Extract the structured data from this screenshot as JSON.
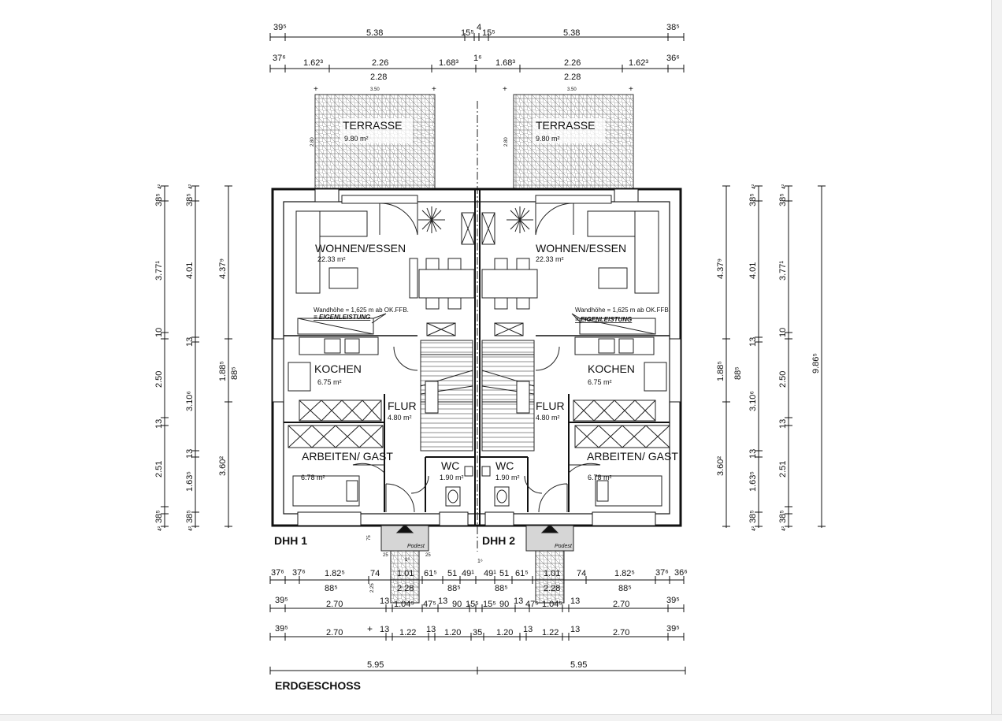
{
  "drawing": {
    "title": "ERDGESCHOSS",
    "units": [
      "DHH 1",
      "DHH 2"
    ],
    "rooms": {
      "terrasse": {
        "name": "TERRASSE",
        "area": "9.80 m²"
      },
      "wohnen": {
        "name": "WOHNEN/ESSEN",
        "area": "22.33 m²"
      },
      "kochen": {
        "name": "KOCHEN",
        "area": "6.75 m²"
      },
      "flur": {
        "name": "FLUR",
        "area": "4.80 m²"
      },
      "wc": {
        "name": "WC",
        "area": "1.90 m²"
      },
      "arbeiten": {
        "name": "ARBEITEN/ GAST",
        "area": "6.78 m²"
      }
    },
    "notes": {
      "wandhoehe": "Wandhöhe = 1,625 m ab OK.FFB.",
      "eigenleistung": "= EIGENLEISTUNG",
      "podest": "Podest"
    },
    "terrace_dims": {
      "width": "3.50",
      "depth": "2.80"
    },
    "dims_top_row1": [
      "39⁵",
      "5.38",
      "15⁵",
      "4",
      "15⁵",
      "5.38",
      "38⁵"
    ],
    "dims_top_row2": [
      "37⁶",
      "1.62³",
      "2.26",
      "1.68³",
      "1⁶",
      "1.68³",
      "2.26",
      "1.62³",
      "36⁶"
    ],
    "dims_top_row2_sub": [
      "2.28",
      "2.28"
    ],
    "dims_left_outer": [
      "38⁵",
      "4²",
      "3.77¹",
      "10",
      "2.50",
      "13",
      "2.51",
      "4²",
      "38⁵"
    ],
    "dims_left_mid": [
      "38⁵",
      "4²",
      "4.01",
      "13",
      "3.10⁶",
      "13",
      "1.63⁵",
      "4²",
      "38⁵"
    ],
    "dims_left_inner": [
      "4.37⁹",
      "1.88⁵",
      "3.60²"
    ],
    "dims_left_extra": "88⁵",
    "dims_right_inner": [
      "4.37⁹",
      "1.88⁵",
      "3.60²"
    ],
    "dims_right_mid": [
      "38⁵",
      "4²",
      "4.01",
      "13",
      "3.10⁶",
      "13",
      "1.63⁵",
      "4²",
      "38⁵"
    ],
    "dims_right_outer": [
      "38⁵",
      "4²",
      "3.77¹",
      "10",
      "2.50",
      "13",
      "2.51",
      "4²",
      "38⁵"
    ],
    "dims_right_total": "9.86⁵",
    "dims_right_extra": "88⁵",
    "dims_bot_row1": [
      "37⁶",
      "37⁶",
      "1.82⁵",
      "74",
      "1.01",
      "61⁵",
      "51",
      "49¹",
      "1⁶",
      "49¹",
      "51",
      "61⁵",
      "1.01",
      "74",
      "1.82⁵",
      "37⁶",
      "36⁶"
    ],
    "dims_bot_row1_sub": [
      "88⁵",
      "2.28",
      "88⁵",
      "88⁵",
      "2.28",
      "88⁵"
    ],
    "dims_bot_row2": [
      "39⁵",
      "2.70",
      "13",
      "1.04⁵",
      "47⁵",
      "13",
      "90",
      "15⁵",
      "15⁵",
      "90",
      "13",
      "47⁵",
      "1.04⁵",
      "13",
      "2.70",
      "39⁵"
    ],
    "dims_bot_row3": [
      "39⁵",
      "2.70",
      "13",
      "1.22",
      "13",
      "1.20",
      "35",
      "1.20",
      "13",
      "1.22",
      "13",
      "2.70",
      "39⁵"
    ],
    "dims_bot_total": [
      "5.95",
      "5.95"
    ],
    "dims_podest": [
      "75",
      "25",
      "1⁶",
      "25",
      "2.25"
    ]
  }
}
